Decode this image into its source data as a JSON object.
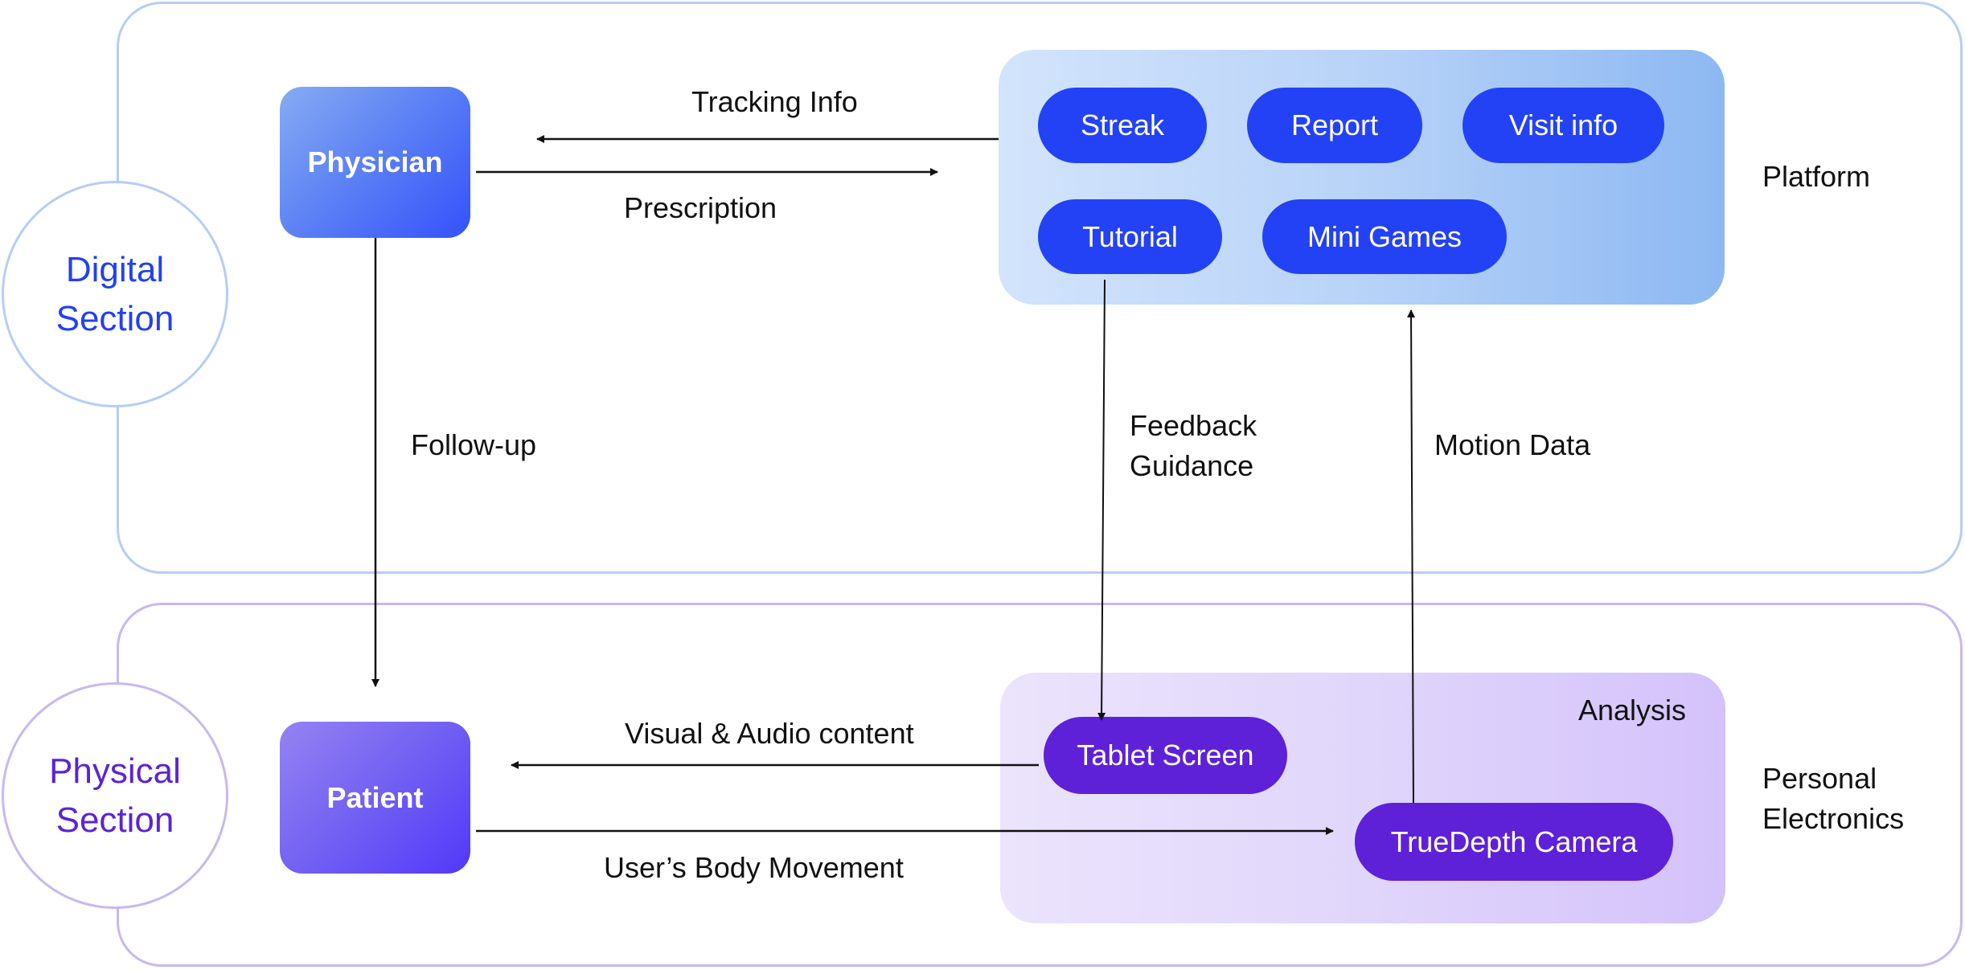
{
  "sections": {
    "digital": {
      "label_line1": "Digital",
      "label_line2": "Section",
      "color": "#2340f2",
      "border_color": "#b7cdf6"
    },
    "physical": {
      "label_line1": "Physical",
      "label_line2": "Section",
      "color": "#5a24d6",
      "border_color": "#c8b8f2"
    }
  },
  "actors": {
    "physician": "Physician",
    "patient": "Patient"
  },
  "platform": {
    "title": "Platform",
    "modules": [
      "Streak",
      "Report",
      "Visit info",
      "Tutorial",
      "Mini Games"
    ]
  },
  "personal_electronics": {
    "title_line1": "Personal",
    "title_line2": "Electronics",
    "analysis_label": "Analysis",
    "devices": [
      "Tablet Screen",
      "TrueDepth Camera"
    ]
  },
  "flows": {
    "tracking_info": "Tracking Info",
    "prescription": "Prescription",
    "follow_up": "Follow-up",
    "feedback_line1": "Feedback",
    "feedback_line2": "Guidance",
    "motion_data": "Motion Data",
    "visual_audio": "Visual & Audio content",
    "body_movement": "User’s Body Movement"
  },
  "colors": {
    "pill_blue": "#2342f5",
    "pill_purple": "#5e21d8",
    "arrow": "#111111"
  }
}
